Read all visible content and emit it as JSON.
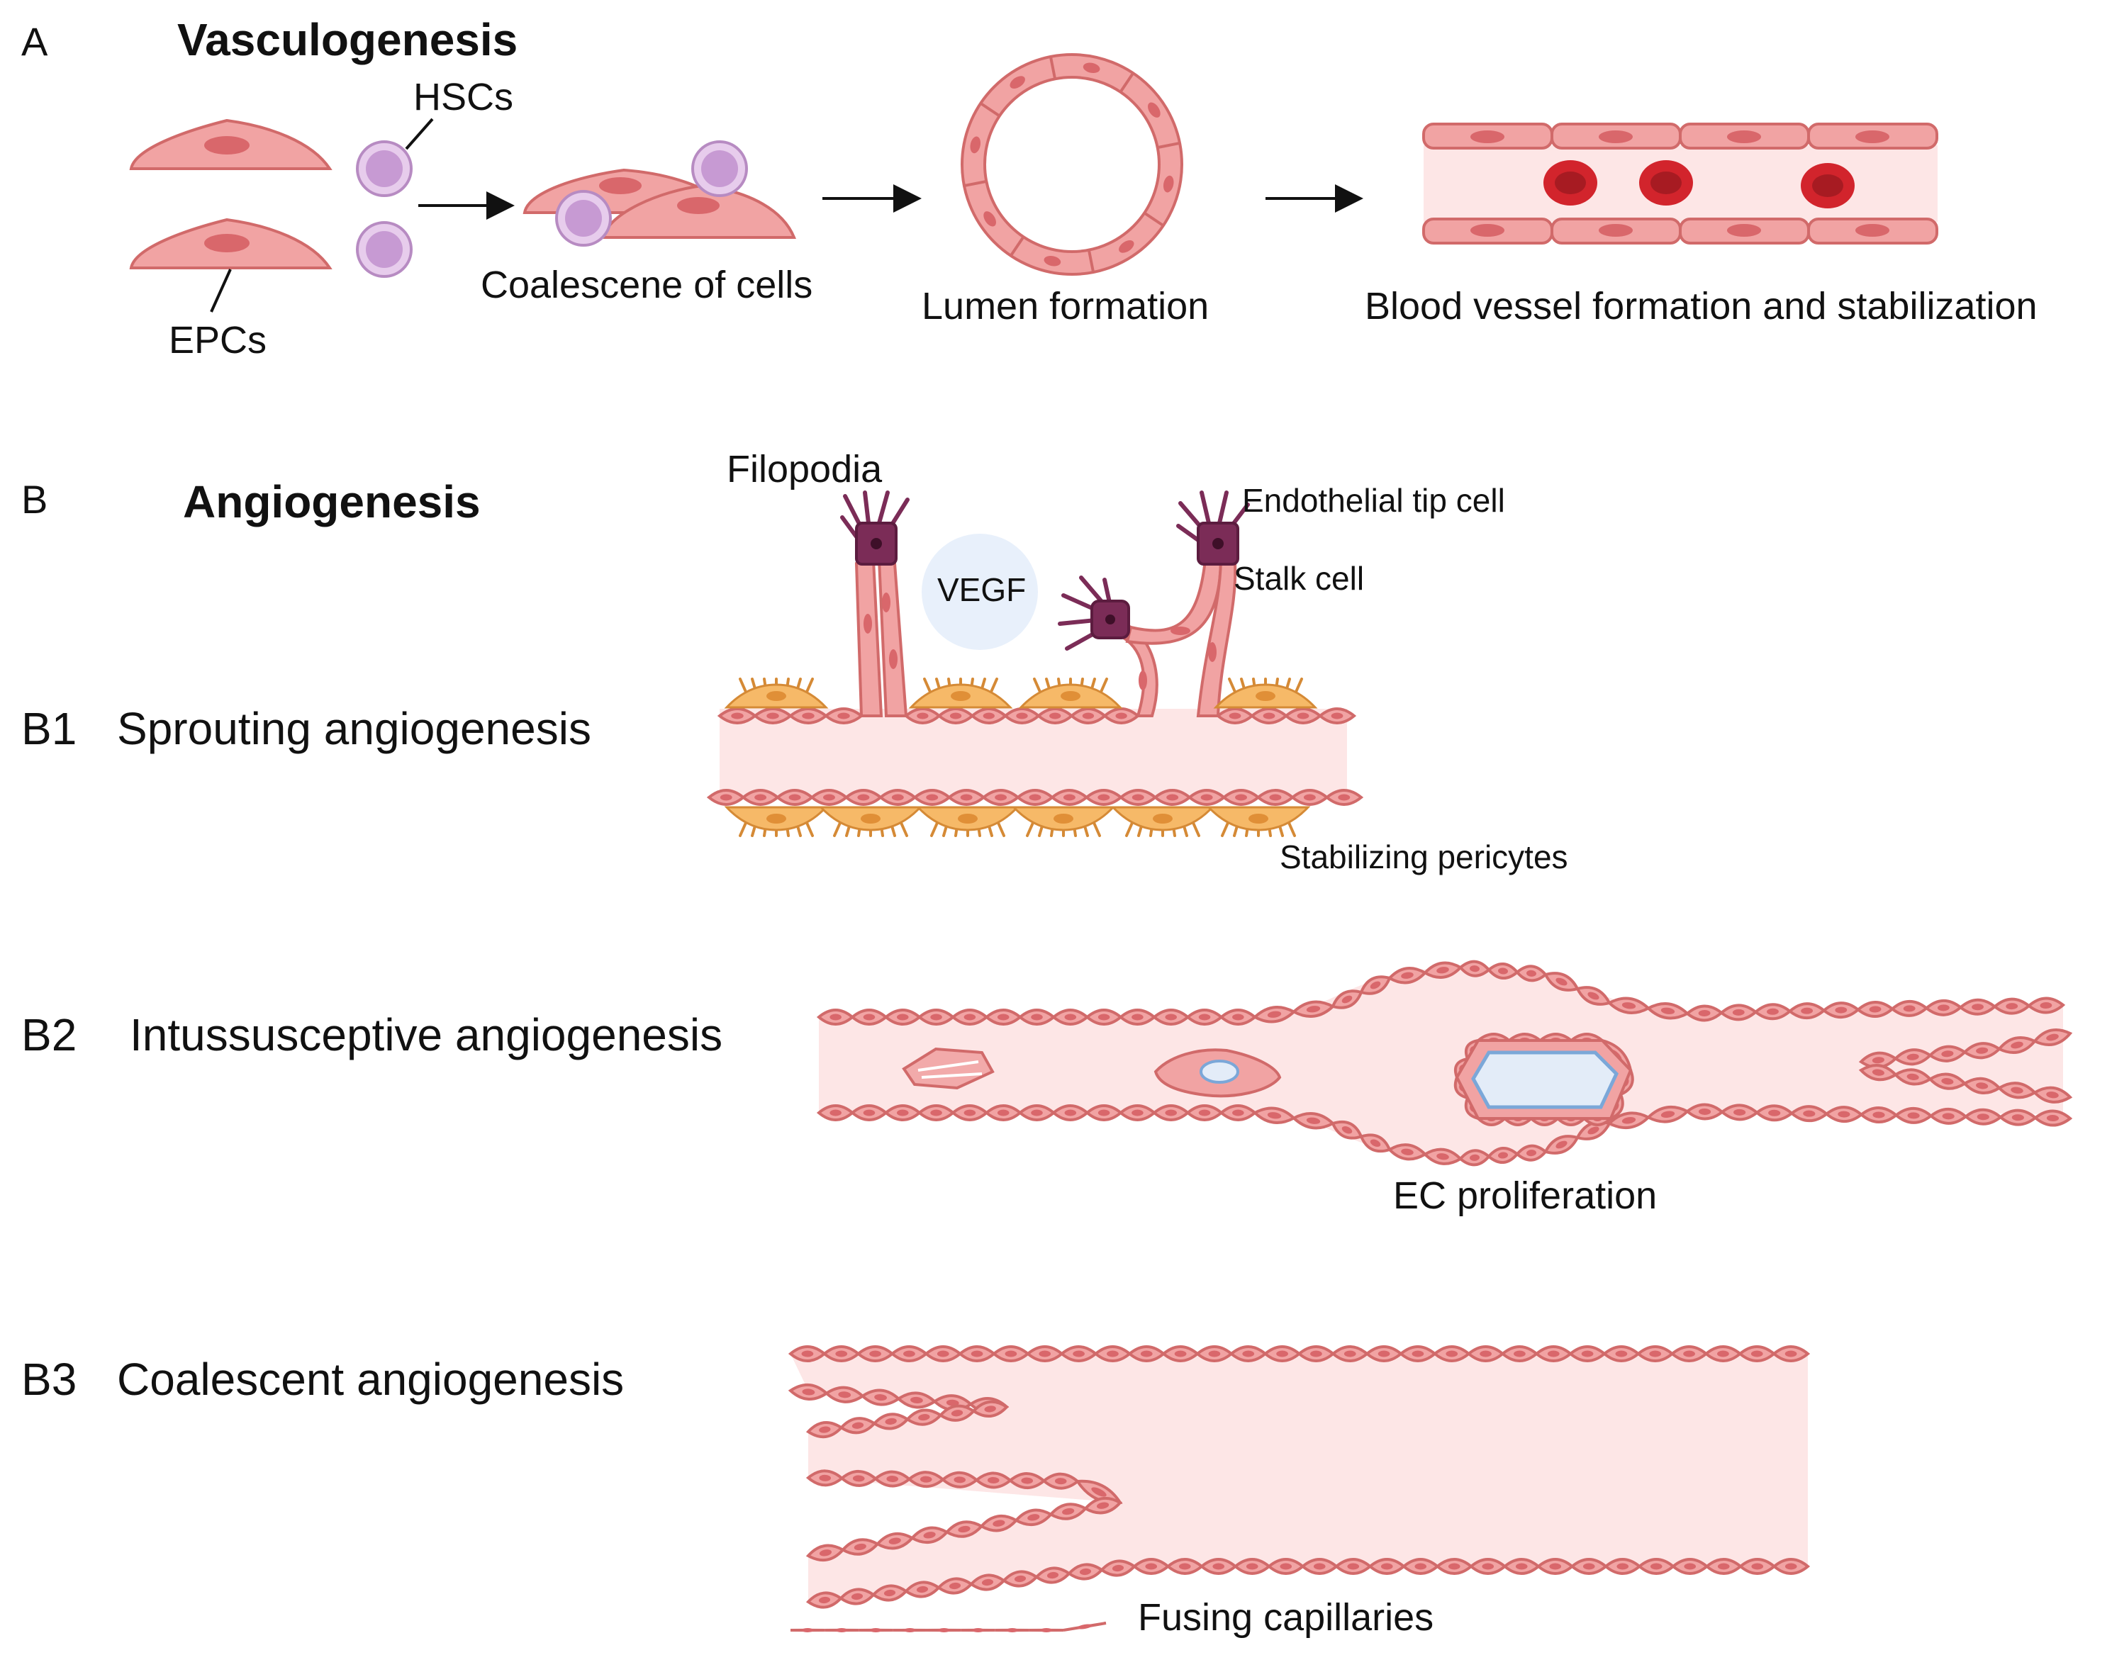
{
  "panels": {
    "A": {
      "letter": "A",
      "title": "Vasculogenesis",
      "labels": {
        "hscs": "HSCs",
        "epcs": "EPCs",
        "coalescence": "Coalescene of cells",
        "lumen": "Lumen formation",
        "vessel": "Blood vessel formation and stabilization"
      }
    },
    "B": {
      "letter": "B",
      "title": "Angiogenesis",
      "B1": {
        "code": "B1",
        "title": "Sprouting angiogenesis",
        "labels": {
          "filopodia": "Filopodia",
          "vegf": "VEGF",
          "tip_cell": "Endothelial tip cell",
          "stalk_cell": "Stalk cell",
          "pericytes": "Stabilizing pericytes"
        }
      },
      "B2": {
        "code": "B2",
        "title": "Intussusceptive angiogenesis",
        "labels": {
          "ec_proliferation": "EC proliferation"
        }
      },
      "B3": {
        "code": "B3",
        "title": "Coalescent angiogenesis",
        "labels": {
          "fusing": "Fusing capillaries"
        }
      }
    }
  },
  "colors": {
    "endothelial_cell": "#f1a3a3",
    "nucleus": "#d9676b",
    "lumen": "#fde6e6",
    "hsc": "#c79ad3",
    "red_blood_cell": "#d2242c",
    "pericyte": "#f6b968",
    "tip_cell": "#7b2c57",
    "vegf_cloud": "#e8f0fb"
  }
}
